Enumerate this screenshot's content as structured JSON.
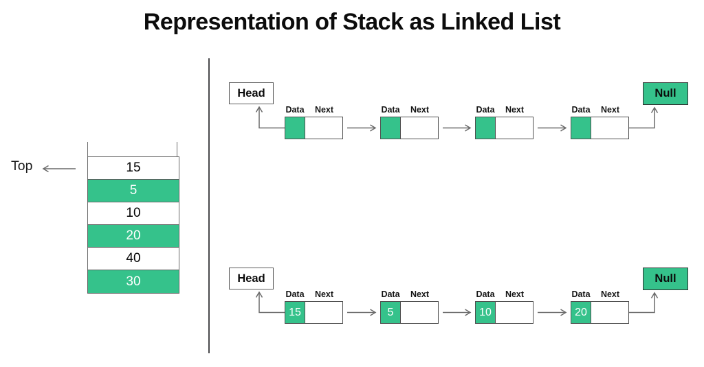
{
  "title": "Representation of Stack as Linked List",
  "colors": {
    "accent_green": "#35c28b",
    "line_gray": "#6a6a6a",
    "divider": "#48484b"
  },
  "stack": {
    "top_label": "Top",
    "cells": [
      {
        "value": "15"
      },
      {
        "value": "5"
      },
      {
        "value": "10"
      },
      {
        "value": "20"
      },
      {
        "value": "40"
      },
      {
        "value": "30"
      }
    ]
  },
  "linked_lists": {
    "top": {
      "head": "Head",
      "null": "Null",
      "nodes": [
        {
          "data": "Data",
          "next": "Next",
          "value": ""
        },
        {
          "data": "Data",
          "next": "Next",
          "value": ""
        },
        {
          "data": "Data",
          "next": "Next",
          "value": ""
        },
        {
          "data": "Data",
          "next": "Next",
          "value": ""
        }
      ]
    },
    "bottom": {
      "head": "Head",
      "null": "Null",
      "nodes": [
        {
          "data": "Data",
          "next": "Next",
          "value": "15"
        },
        {
          "data": "Data",
          "next": "Next",
          "value": "5"
        },
        {
          "data": "Data",
          "next": "Next",
          "value": "10"
        },
        {
          "data": "Data",
          "next": "Next",
          "value": "20"
        }
      ]
    }
  }
}
